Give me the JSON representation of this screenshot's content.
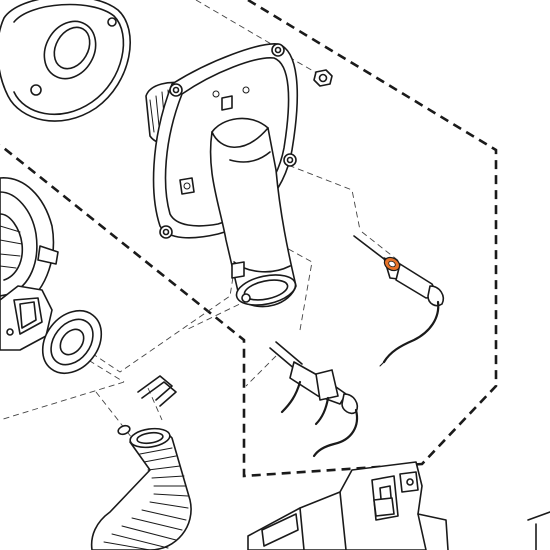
{
  "diagram": {
    "highlight_color": "#e8742a",
    "line_color": "#1a1a1a",
    "background": "#ffffff",
    "parts": [
      "cover-plate",
      "burner-head",
      "combustion-housing",
      "mounting-flange",
      "gasket",
      "retaining-clip",
      "flexible-hose",
      "nut",
      "glow-plug-electrode",
      "orange-seal-ring",
      "ignition-electrode-pair",
      "mounting-bracket"
    ]
  }
}
